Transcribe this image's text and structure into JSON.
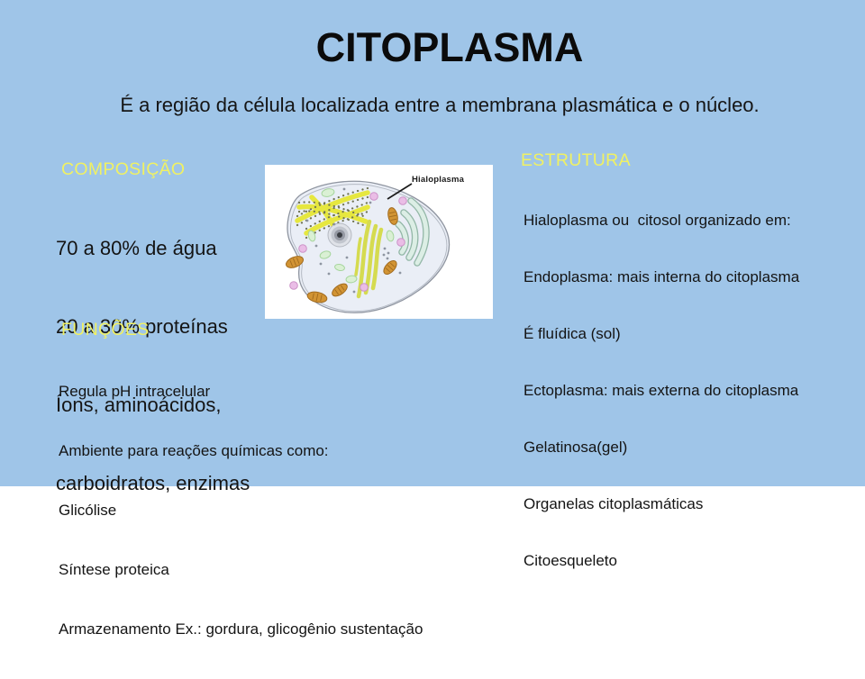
{
  "slide": {
    "title": "CITOPLASMA",
    "subtitle": "É a região da célula localizada entre a membrana plasmática e o núcleo."
  },
  "colors": {
    "background": "#9fc5e8",
    "heading_yellow": "#f0f163",
    "body_text": "#141414"
  },
  "sections": {
    "composicao": {
      "header": "COMPOSIÇÃO",
      "lines": [
        "70 a 80% de água",
        "20 a 30% proteínas",
        "Íons, aminoácidos,",
        "carboidratos, enzimas"
      ]
    },
    "estrutura": {
      "header": "ESTRUTURA",
      "lines": [
        "Hialoplasma ou  citosol organizado em:",
        "Endoplasma: mais interna do citoplasma",
        "É fluídica (sol)",
        "Ectoplasma: mais externa do citoplasma",
        "Gelatinosa(gel)",
        "Organelas citoplasmáticas",
        "Citoesqueleto"
      ]
    },
    "funcoes": {
      "header": "FUNÇÕES",
      "lines": [
        "Regula pH intracelular",
        "Ambiente para reações químicas como:",
        "Glicólise",
        "Síntese proteica",
        "Armazenamento Ex.: gordura, glicogênio sustentação"
      ]
    }
  },
  "figure": {
    "label": "Hialoplasma"
  }
}
